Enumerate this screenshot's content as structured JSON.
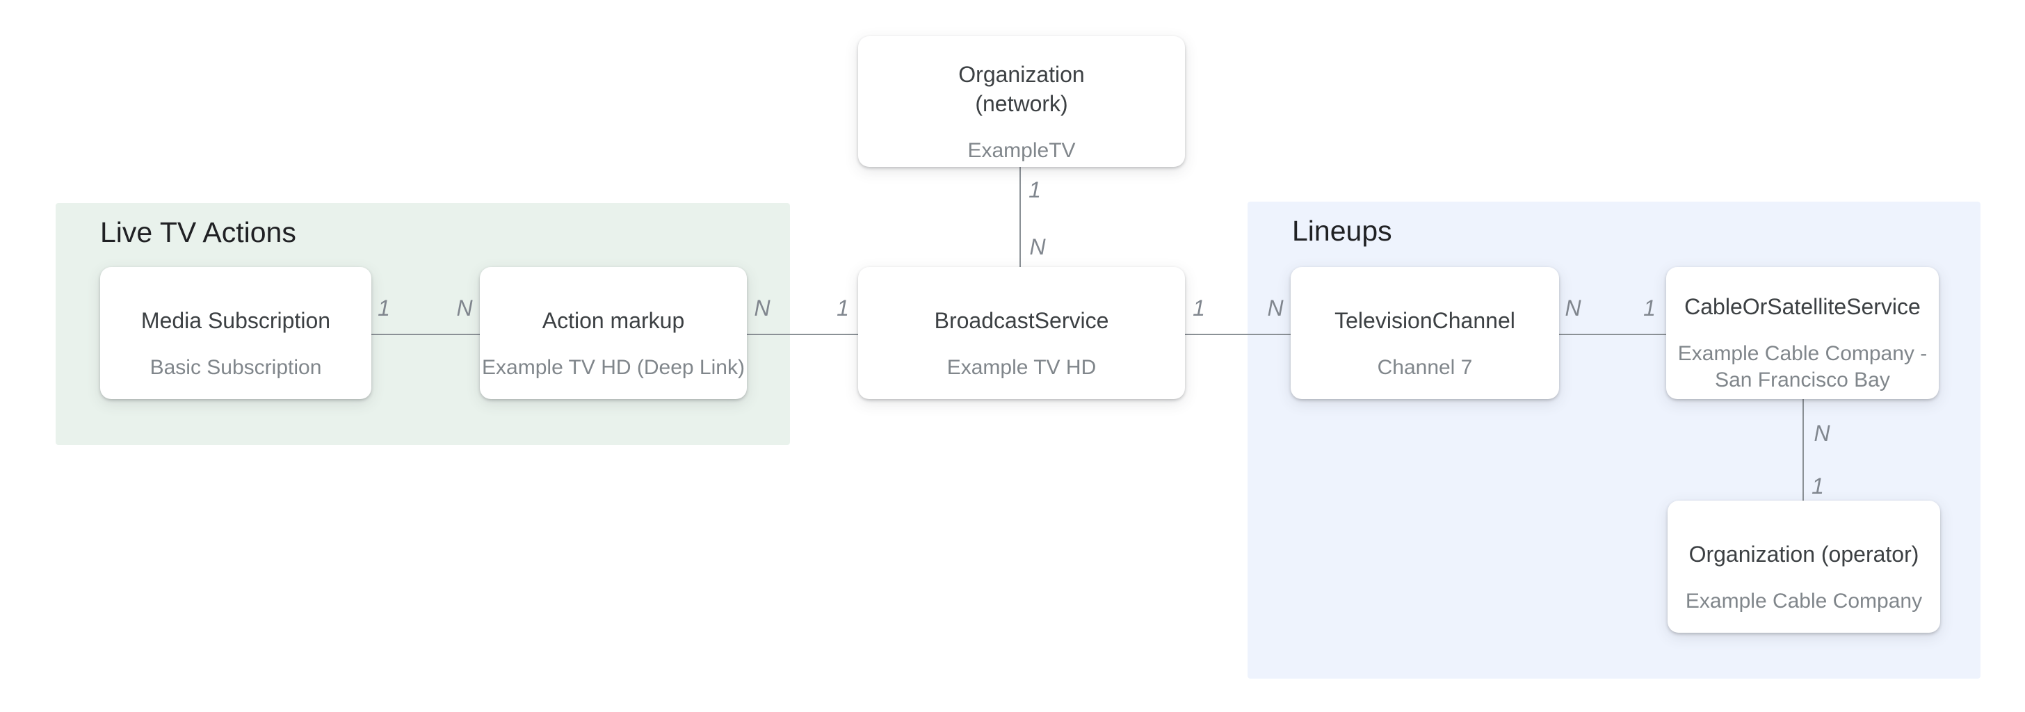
{
  "groups": {
    "live_tv_actions": {
      "label": "Live TV Actions",
      "bg_color": "#e9f2ec"
    },
    "lineups": {
      "label": "Lineups",
      "bg_color": "#eef3fd"
    }
  },
  "nodes": {
    "organization_network": {
      "title": "Organization\n(network)",
      "subtitle": "ExampleTV"
    },
    "media_subscription": {
      "title": "Media Subscription",
      "subtitle": "Basic Subscription"
    },
    "action_markup": {
      "title": "Action markup",
      "subtitle": "Example TV HD (Deep Link)"
    },
    "broadcast_service": {
      "title": "BroadcastService",
      "subtitle": "Example TV HD"
    },
    "television_channel": {
      "title": "TelevisionChannel",
      "subtitle": "Channel 7"
    },
    "cable_or_satellite_service": {
      "title": "CableOrSatelliteService",
      "subtitle": "Example Cable Company -\nSan Francisco Bay"
    },
    "organization_operator": {
      "title": "Organization (operator)",
      "subtitle": "Example Cable Company"
    }
  },
  "cardinality": {
    "network_broadcast": {
      "network_side": "1",
      "broadcast_side": "N"
    },
    "media_action": {
      "media_side": "1",
      "action_side": "N"
    },
    "action_broadcast": {
      "action_side": "N",
      "broadcast_side": "1"
    },
    "broadcast_channel": {
      "broadcast_side": "1",
      "channel_side": "N"
    },
    "channel_cable": {
      "channel_side": "N",
      "cable_side": "1"
    },
    "cable_operator": {
      "cable_side": "N",
      "operator_side": "1"
    }
  },
  "colors": {
    "node_title_text": "#3c4043",
    "node_subtitle_text": "#80868b",
    "region_title_text": "#202124",
    "connector_line": "#8b9196",
    "cardinality_text": "#80868e",
    "live_tv_actions_bg": "#e9f2ec",
    "lineups_bg": "#eef3fd",
    "node_bg": "#ffffff",
    "page_bg": "#ffffff"
  }
}
